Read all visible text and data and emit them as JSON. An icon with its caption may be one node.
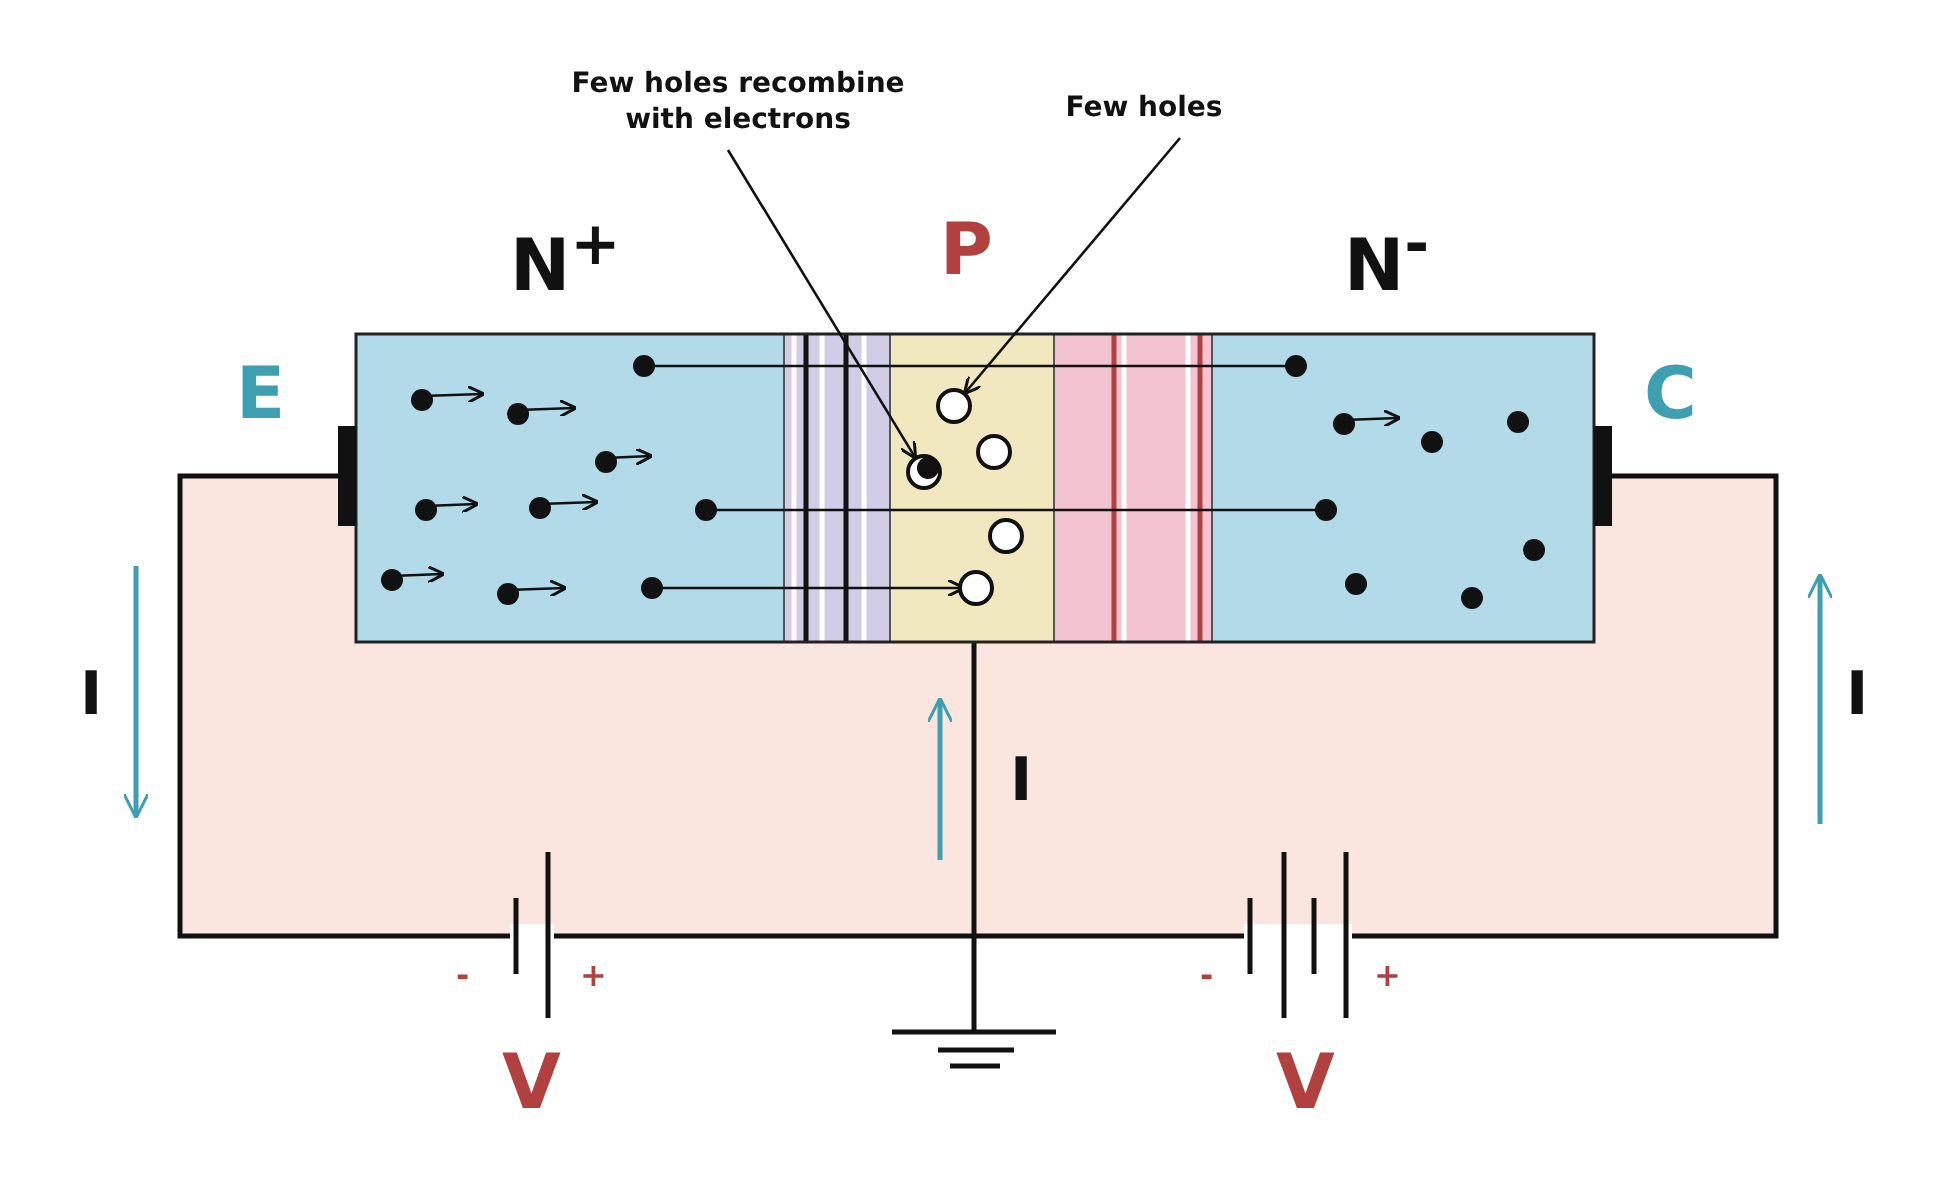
{
  "diagram": {
    "nodes": [
      {
        "text": [
          "Few holes recombine with electrons"
        ]
      },
      {
        "text": [],
        "shape": "circle"
      },
      {
        "text": [
          "Few holes"
        ]
      },
      {
        "text": [],
        "shape": "circle"
      }
    ],
    "edges": [
      {
        "from": 0,
        "to": 1,
        "arrow": "to"
      },
      {
        "from": 2,
        "to": 3,
        "arrow": "to"
      }
    ],
    "labels": [
      "N$^{+}$",
      "P",
      "N$^{-}$",
      "E",
      "C",
      "I",
      "I",
      "I",
      "-",
      "+",
      "-",
      "+",
      "V",
      "V"
    ]
  }
}
